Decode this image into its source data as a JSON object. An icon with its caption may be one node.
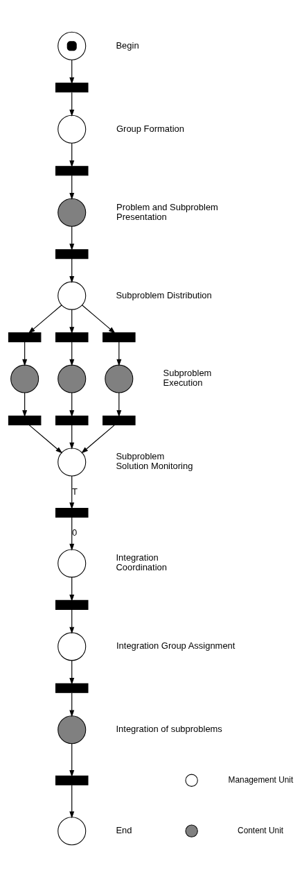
{
  "diagram": {
    "nodes": [
      {
        "text": [],
        "shape": "circle",
        "beside": [
          "Begin"
        ]
      },
      {
        "text": [],
        "shape": "bar"
      },
      {
        "text": [],
        "shape": "circle",
        "beside": [
          "Group Formation"
        ]
      },
      {
        "text": [],
        "shape": "bar"
      },
      {
        "text": [],
        "shape": "circle",
        "beside": [
          "Problem and Subproblem Presentation"
        ]
      },
      {
        "text": [],
        "shape": "bar"
      },
      {
        "text": [],
        "shape": "circle",
        "beside": [
          "Subproblem Distribution"
        ]
      },
      {
        "text": [],
        "shape": "bar"
      },
      {
        "text": [],
        "shape": "bar"
      },
      {
        "text": [],
        "shape": "bar"
      },
      {
        "text": [],
        "shape": "circle"
      },
      {
        "text": [],
        "shape": "circle"
      },
      {
        "text": [],
        "shape": "circle",
        "beside": [
          "Subproblem Execution"
        ]
      },
      {
        "text": [],
        "shape": "bar"
      },
      {
        "text": [],
        "shape": "bar"
      },
      {
        "text": [],
        "shape": "bar"
      },
      {
        "text": [],
        "shape": "circle",
        "beside": [
          "Subproblem Solution Monitoring"
        ]
      },
      {
        "text": [],
        "shape": "bar"
      },
      {
        "text": [],
        "shape": "circle",
        "beside": [
          "Integration Coordination"
        ]
      },
      {
        "text": [],
        "shape": "bar"
      },
      {
        "text": [],
        "shape": "circle",
        "beside": [
          "Integration Group Assignment"
        ]
      },
      {
        "text": [],
        "shape": "bar"
      },
      {
        "text": [],
        "shape": "circle",
        "beside": [
          "Integration of subproblems"
        ]
      },
      {
        "text": [],
        "shape": "bar"
      },
      {
        "text": [],
        "shape": "circle",
        "beside": [
          "End"
        ]
      }
    ],
    "edges": [
      {
        "from": 0,
        "to": 1,
        "arrow": "to"
      },
      {
        "from": 1,
        "to": 2,
        "arrow": "to"
      },
      {
        "from": 2,
        "to": 3,
        "arrow": "to"
      },
      {
        "from": 3,
        "to": 4,
        "arrow": "to"
      },
      {
        "from": 4,
        "to": 5,
        "arrow": "to"
      },
      {
        "from": 5,
        "to": 6,
        "arrow": "to"
      },
      {
        "from": 6,
        "to": 7,
        "arrow": "to"
      },
      {
        "from": 6,
        "to": 8,
        "arrow": "to"
      },
      {
        "from": 6,
        "to": 9,
        "arrow": "to"
      },
      {
        "from": 7,
        "to": 10,
        "arrow": "to"
      },
      {
        "from": 8,
        "to": 11,
        "arrow": "to"
      },
      {
        "from": 9,
        "to": 12,
        "arrow": "to"
      },
      {
        "from": 10,
        "to": 13,
        "arrow": "to"
      },
      {
        "from": 11,
        "to": 14,
        "arrow": "to"
      },
      {
        "from": 12,
        "to": 15,
        "arrow": "to"
      },
      {
        "from": 13,
        "to": 16,
        "arrow": "to"
      },
      {
        "from": 14,
        "to": 16,
        "arrow": "to"
      },
      {
        "from": 15,
        "to": 16,
        "arrow": "to"
      },
      {
        "from": 16,
        "to": 17,
        "arrow": "to",
        "label": "T"
      },
      {
        "from": 17,
        "to": 18,
        "arrow": "to",
        "label": "0"
      },
      {
        "from": 18,
        "to": 19,
        "arrow": "to"
      },
      {
        "from": 19,
        "to": 20,
        "arrow": "to"
      },
      {
        "from": 20,
        "to": 21,
        "arrow": "to"
      },
      {
        "from": 21,
        "to": 22,
        "arrow": "to"
      },
      {
        "from": 22,
        "to": 23,
        "arrow": "to"
      },
      {
        "from": 23,
        "to": 24,
        "arrow": "to"
      }
    ],
    "legend": [
      {
        "text": "Management Unit",
        "color": "#ffffff"
      },
      {
        "text": "Content Unit",
        "color": "#808080"
      }
    ]
  }
}
